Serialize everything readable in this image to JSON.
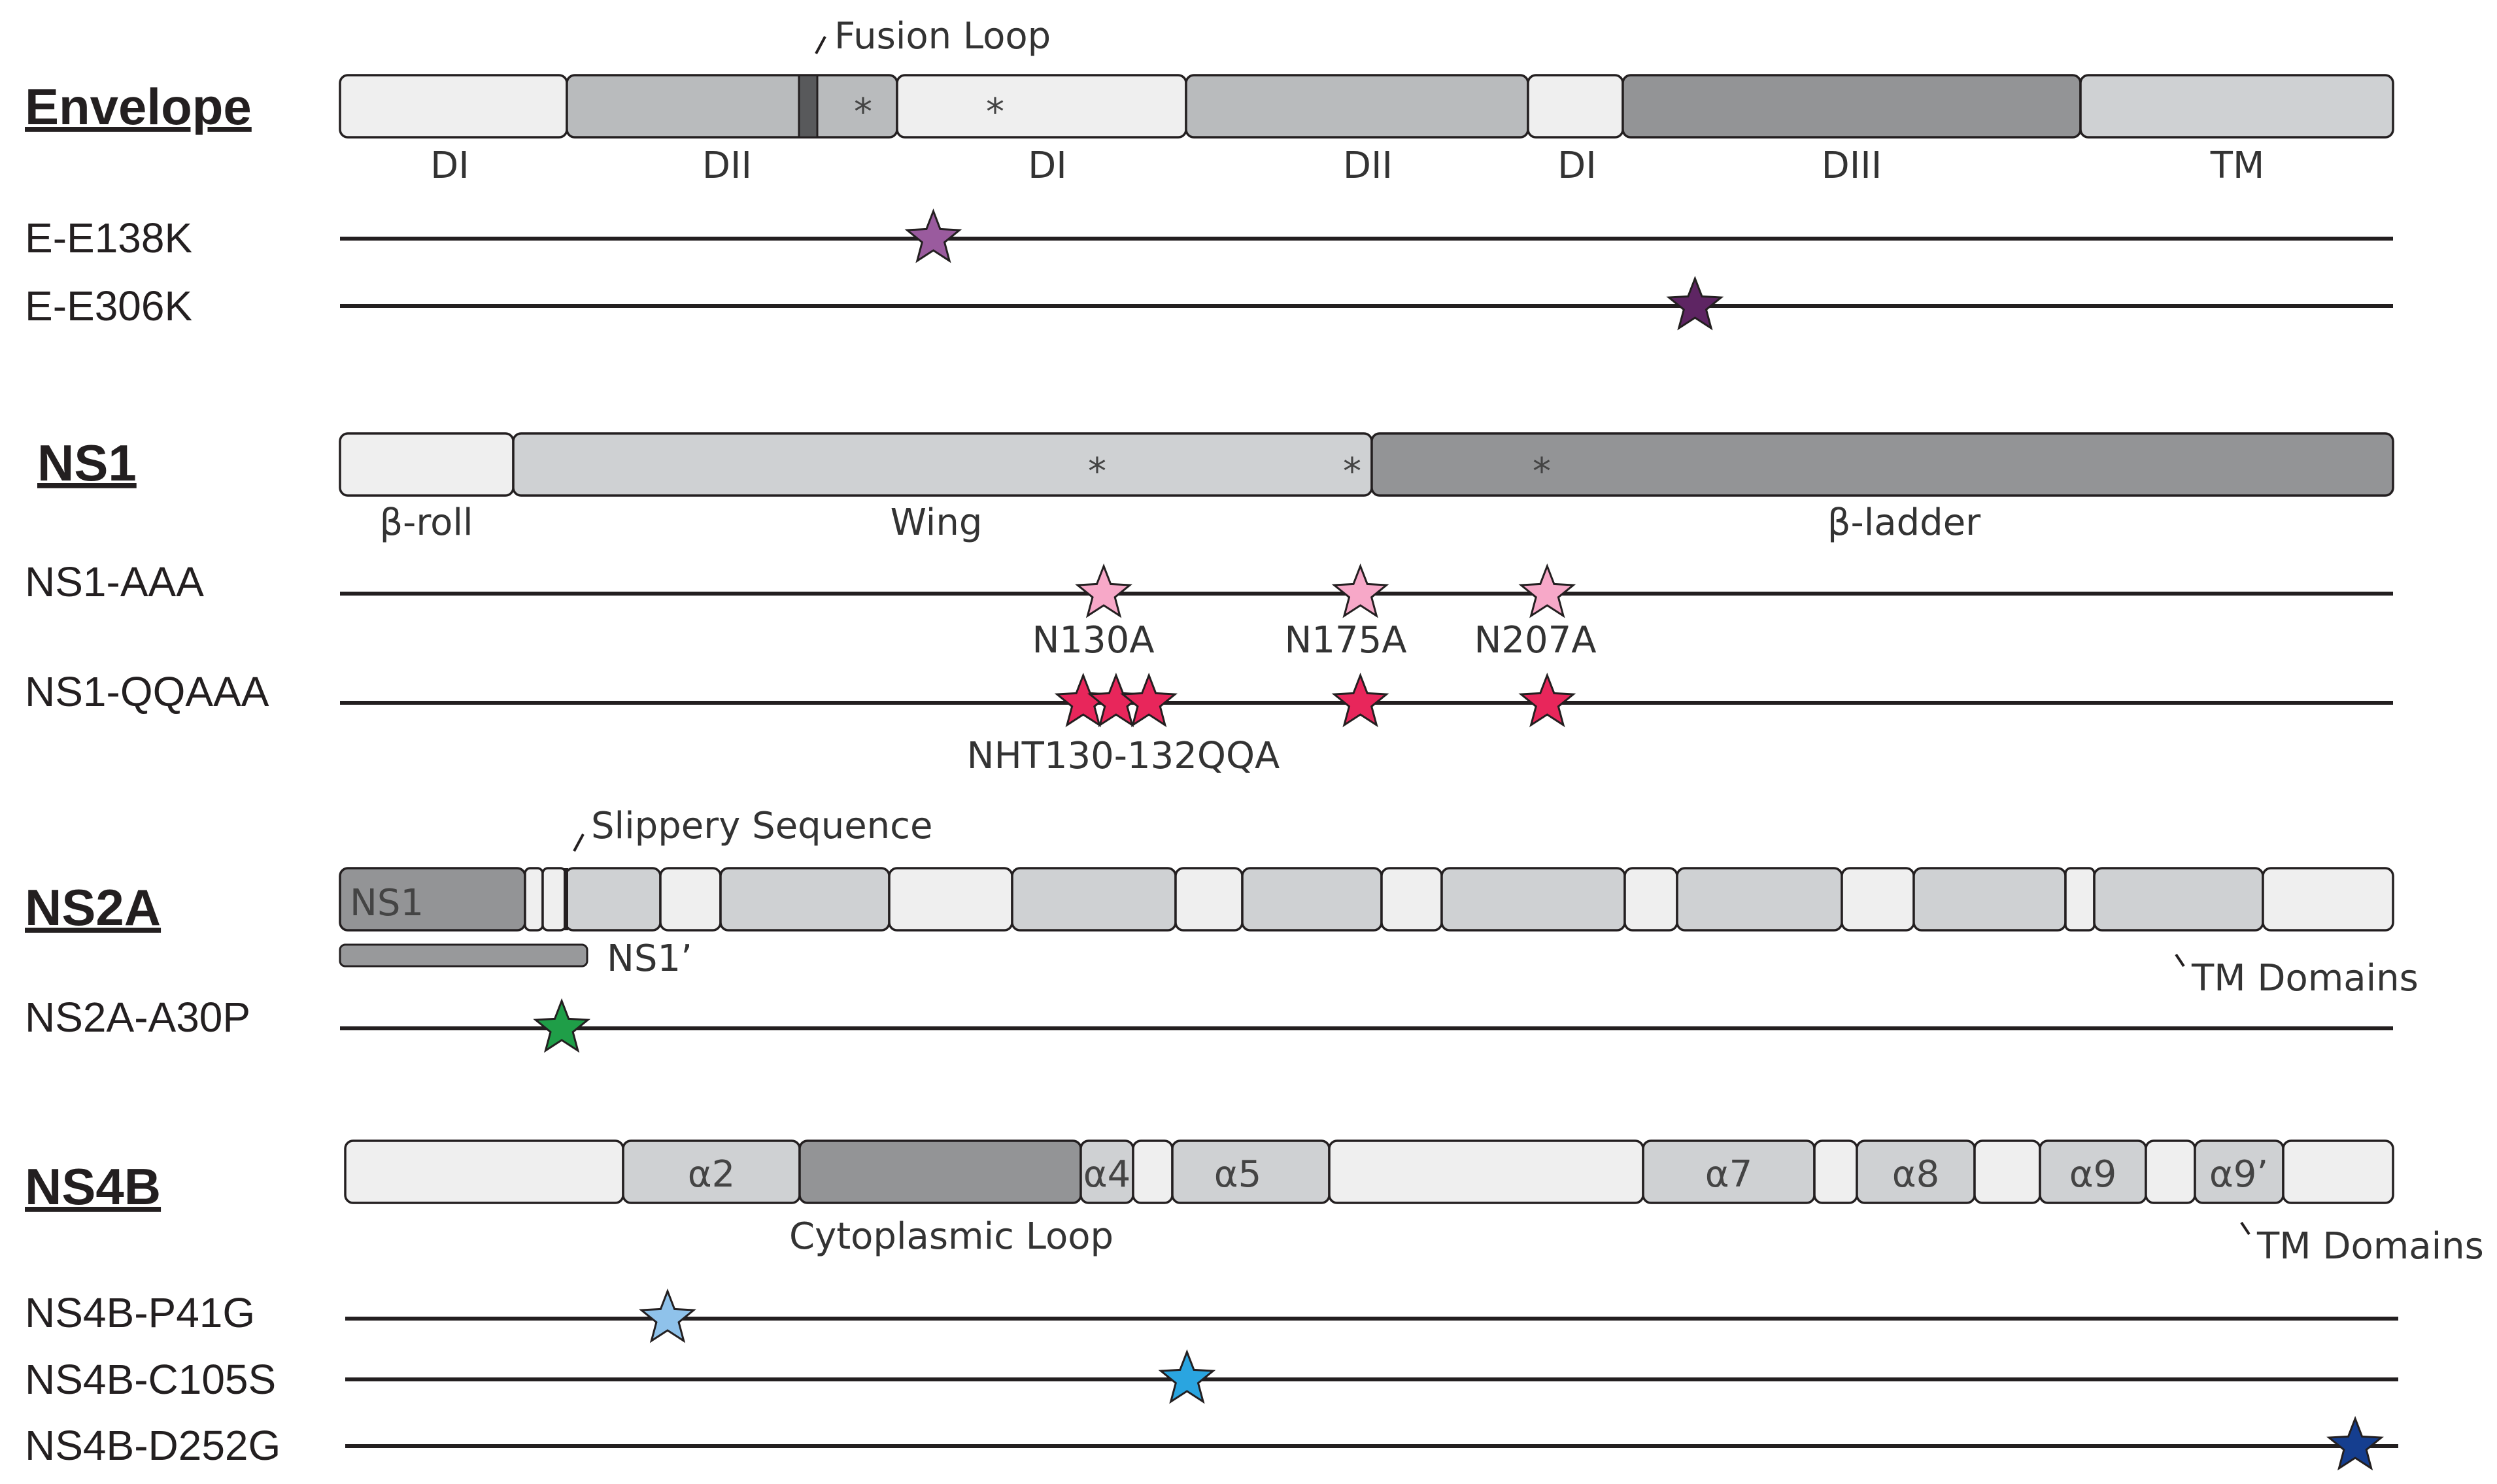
{
  "colors": {
    "light": "#efefef",
    "mid": "#cfd1d3",
    "midgray": "#b9bbbd",
    "dark": "#939496",
    "ns1_prime_bar": "#98999b",
    "e138k": "#9a5b9e",
    "e306k": "#5e2563",
    "ns1_aaa": "#f7a8c8",
    "ns1_qqaaa": "#e8265b",
    "ns2a_a30p": "#1f9e48",
    "ns4b_p41g": "#8fc2ea",
    "ns4b_c105s": "#2aa5e0",
    "ns4b_d252g": "#153e8f"
  },
  "envelope": {
    "title": "Envelope",
    "segments": [
      {
        "fill": "light",
        "label": "DI"
      },
      {
        "fill": "midgray",
        "label": "DII"
      },
      {
        "fill": "light",
        "label": "DI"
      },
      {
        "fill": "midgray",
        "label": "DII"
      },
      {
        "fill": "light",
        "label": "DI"
      },
      {
        "fill": "dark",
        "label": "DIII"
      },
      {
        "fill": "mid",
        "label": "TM"
      }
    ],
    "annotations": [
      {
        "text": "Fusion Loop"
      }
    ],
    "asterisks": [
      "*",
      "*"
    ],
    "mutants": [
      {
        "name": "E-E138K",
        "color": "e138k",
        "markers": [
          {
            "position": 0.289
          }
        ]
      },
      {
        "name": "E-E306K",
        "color": "e306k",
        "markers": [
          {
            "position": 0.66
          }
        ]
      }
    ]
  },
  "ns1": {
    "title": "NS1",
    "segments": [
      {
        "fill": "light",
        "label": "β-roll"
      },
      {
        "fill": "mid",
        "label": "Wing"
      },
      {
        "fill": "dark",
        "label": "β-ladder"
      }
    ],
    "asterisks": [
      "*",
      "*",
      "*"
    ],
    "mutants": [
      {
        "name": "NS1-AAA",
        "color": "ns1_aaa",
        "markers": [
          {
            "position": 0.372
          },
          {
            "position": 0.497
          },
          {
            "position": 0.588
          }
        ],
        "site_labels": [
          "N130A",
          "N175A",
          "N207A"
        ]
      },
      {
        "name": "NS1-QQAAA",
        "color": "ns1_qqaaa",
        "markers": [
          {
            "position": 0.362
          },
          {
            "position": 0.378
          },
          {
            "position": 0.394
          },
          {
            "position": 0.497
          },
          {
            "position": 0.588
          }
        ],
        "site_labels": [
          "NHT130-132QQA"
        ]
      }
    ]
  },
  "ns2a": {
    "title": "NS2A",
    "segments": [
      {
        "fill": "dark",
        "label": "NS1"
      },
      {
        "fill": "light",
        "label": ""
      },
      {
        "fill": "light",
        "label": ""
      },
      {
        "fill": "mid",
        "label": ""
      },
      {
        "fill": "light",
        "label": ""
      },
      {
        "fill": "mid",
        "label": ""
      },
      {
        "fill": "light",
        "label": ""
      },
      {
        "fill": "mid",
        "label": ""
      },
      {
        "fill": "light",
        "label": ""
      },
      {
        "fill": "mid",
        "label": ""
      },
      {
        "fill": "light",
        "label": ""
      },
      {
        "fill": "mid",
        "label": ""
      },
      {
        "fill": "light",
        "label": ""
      },
      {
        "fill": "mid",
        "label": ""
      },
      {
        "fill": "light",
        "label": ""
      },
      {
        "fill": "mid",
        "label": ""
      },
      {
        "fill": "light",
        "label": ""
      },
      {
        "fill": "mid",
        "label": ""
      },
      {
        "fill": "light",
        "label": ""
      },
      {
        "fill": "mid",
        "label": ""
      },
      {
        "fill": "light",
        "label": ""
      }
    ],
    "annotations": [
      {
        "text": "Slippery Sequence"
      },
      {
        "text": "NS1’"
      },
      {
        "text": "TM Domains"
      }
    ],
    "mutants": [
      {
        "name": "NS2A-A30P",
        "color": "ns2a_a30p",
        "markers": [
          {
            "position": 0.108
          }
        ]
      }
    ]
  },
  "ns4b": {
    "title": "NS4B",
    "segments": [
      {
        "fill": "light",
        "label": ""
      },
      {
        "fill": "mid",
        "label": "α2"
      },
      {
        "fill": "dark",
        "label": ""
      },
      {
        "fill": "mid",
        "label": "α4"
      },
      {
        "fill": "light",
        "label": ""
      },
      {
        "fill": "mid",
        "label": "α5"
      },
      {
        "fill": "light",
        "label": ""
      },
      {
        "fill": "mid",
        "label": "α7"
      },
      {
        "fill": "light",
        "label": ""
      },
      {
        "fill": "mid",
        "label": "α8"
      },
      {
        "fill": "light",
        "label": ""
      },
      {
        "fill": "mid",
        "label": "α9"
      },
      {
        "fill": "light",
        "label": ""
      },
      {
        "fill": "mid",
        "label": "α9’"
      },
      {
        "fill": "light",
        "label": ""
      }
    ],
    "annotations": [
      {
        "text": "Cytoplasmic Loop"
      },
      {
        "text": "TM Domains"
      }
    ],
    "mutants": [
      {
        "name": "NS4B-P41G",
        "color": "ns4b_p41g",
        "markers": [
          {
            "position": 0.157
          }
        ]
      },
      {
        "name": "NS4B-C105S",
        "color": "ns4b_c105s",
        "markers": [
          {
            "position": 0.41
          }
        ]
      },
      {
        "name": "NS4B-D252G",
        "color": "ns4b_d252g",
        "markers": [
          {
            "position": 0.979
          }
        ]
      }
    ]
  }
}
